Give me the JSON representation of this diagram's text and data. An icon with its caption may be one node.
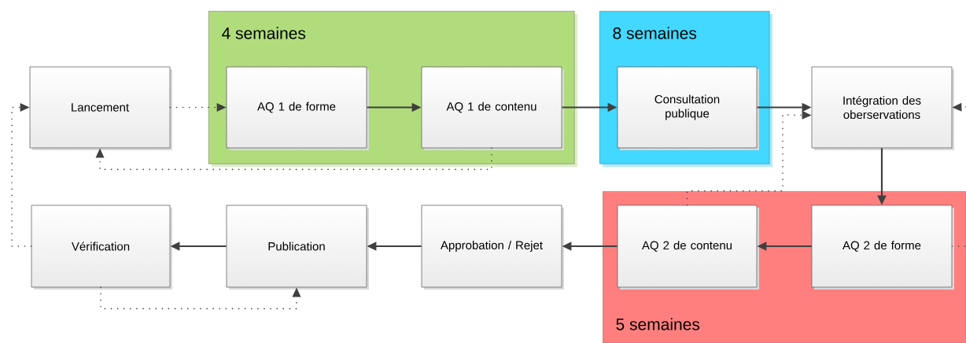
{
  "diagram": {
    "nodes": [
      {
        "text": [
          "Lancement"
        ]
      },
      {
        "text": [
          "4 semaines"
        ]
      },
      {
        "text": [
          "AQ 1 de forme"
        ],
        "in": 1
      },
      {
        "text": [
          "AQ 1 de contenu"
        ],
        "in": 1
      },
      {
        "text": [
          "8 semaines"
        ]
      },
      {
        "text": [
          "Consultation publique"
        ],
        "in": 4
      },
      {
        "text": [
          "Intégration des oberservations"
        ]
      },
      {
        "text": [
          "Vérification"
        ]
      },
      {
        "text": [
          "Publication"
        ]
      },
      {
        "text": [
          "Approbation / Rejet"
        ]
      },
      {
        "text": [
          "5 semaines"
        ]
      },
      {
        "text": [
          "AQ 2 de contenu"
        ],
        "in": 10
      },
      {
        "text": [
          "AQ 2 de forme"
        ],
        "in": 10
      }
    ],
    "edges": [
      {
        "from": 0,
        "to": 2,
        "arrow": "to",
        "style": "dashed"
      },
      {
        "from": 2,
        "to": 3,
        "arrow": "to"
      },
      {
        "from": 3,
        "to": 5,
        "arrow": "to"
      },
      {
        "from": 5,
        "to": 6,
        "arrow": "to"
      },
      {
        "from": 6,
        "to": 12,
        "arrow": "to"
      },
      {
        "from": 12,
        "to": 11,
        "arrow": "to"
      },
      {
        "from": 11,
        "to": 9,
        "arrow": "to"
      },
      {
        "from": 9,
        "to": 8,
        "arrow": "to"
      },
      {
        "from": 8,
        "to": 7,
        "arrow": "to"
      },
      {
        "from": 3,
        "to": 0,
        "arrow": "to",
        "style": "dashed"
      },
      {
        "from": 11,
        "to": 6,
        "arrow": "to",
        "style": "dashed"
      },
      {
        "from": 7,
        "to": 0,
        "arrow": "to",
        "style": "dashed"
      },
      {
        "from": 7,
        "to": 8,
        "arrow": "to",
        "style": "dashed"
      },
      {
        "from": null,
        "to": 6,
        "arrow": "to",
        "style": "dashed"
      },
      {
        "from": 12,
        "to": null,
        "arrow": "none",
        "style": "dashed"
      }
    ]
  }
}
